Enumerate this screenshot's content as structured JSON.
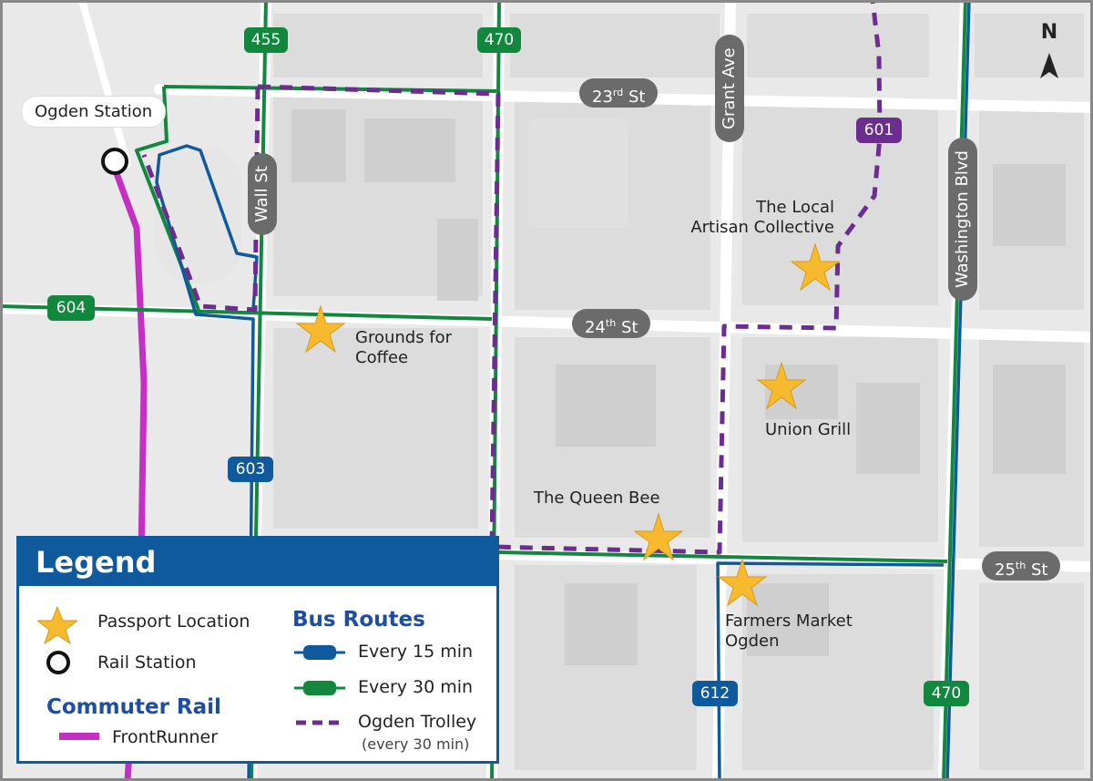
{
  "north_label": "N",
  "rail_station": {
    "name": "Ogden Station"
  },
  "streets": {
    "st_23": {
      "num": "23",
      "sup": "rd",
      "word": "St"
    },
    "st_24": {
      "num": "24",
      "sup": "th",
      "word": "St"
    },
    "st_25": {
      "num": "25",
      "sup": "th",
      "word": "St"
    },
    "wall": "Wall St",
    "grant": "Grant Ave",
    "washington": "Washington Blvd"
  },
  "route_shields": {
    "r455": "455",
    "r470_top": "470",
    "r470_bottom": "470",
    "r604": "604",
    "r603": "603",
    "r612": "612",
    "r601": "601"
  },
  "passport_locations": [
    {
      "line1": "Grounds for",
      "line2": "Coffee"
    },
    {
      "line1": "The Local",
      "line2": "Artisan Collective"
    },
    {
      "line1": "Union Grill",
      "line2": ""
    },
    {
      "line1": "The Queen Bee",
      "line2": ""
    },
    {
      "line1": "Farmers Market",
      "line2": "Ogden"
    }
  ],
  "legend": {
    "title": "Legend",
    "passport": "Passport Location",
    "rail_station": "Rail Station",
    "commuter_rail_heading": "Commuter Rail",
    "frontrunner": "FrontRunner",
    "bus_routes_heading": "Bus Routes",
    "every15": "Every 15 min",
    "every30": "Every 30 min",
    "trolley": "Ogden Trolley",
    "trolley_sub": "(every 30 min)"
  },
  "colors": {
    "frequent_15": "#0f5a9c",
    "frequent_30": "#12883f",
    "trolley": "#6b2d8f",
    "frontrunner": "#c330c3",
    "passport_star": "#f7b92e",
    "legend_header": "#0f5a9c"
  }
}
